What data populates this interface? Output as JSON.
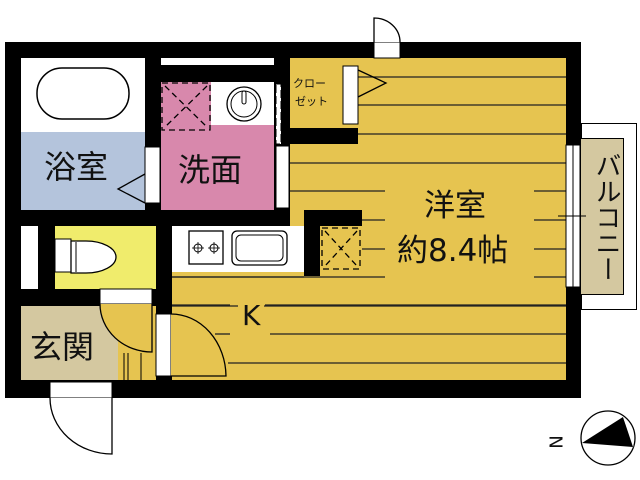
{
  "floorplan": {
    "rooms": {
      "bath": {
        "label": "浴室"
      },
      "washroom": {
        "label": "洗面"
      },
      "closet": {
        "label_line1": "クロー",
        "label_line2": "ゼット"
      },
      "western_room": {
        "label_line1": "洋室",
        "label_line2": "約8.4帖"
      },
      "kitchen": {
        "label": "K"
      },
      "entrance": {
        "label": "玄関"
      },
      "balcony": {
        "label": "バルコニー"
      }
    },
    "compass": {
      "label": "N"
    },
    "colors": {
      "wall": "#000000",
      "western_room": "#E6C450",
      "bath": "#B4C4DC",
      "washroom": "#D888AC",
      "toilet": "#F0EC6C",
      "entrance": "#D4C8A0",
      "balcony": "#D4C8A0",
      "fixture": "#FFFFFF"
    }
  }
}
